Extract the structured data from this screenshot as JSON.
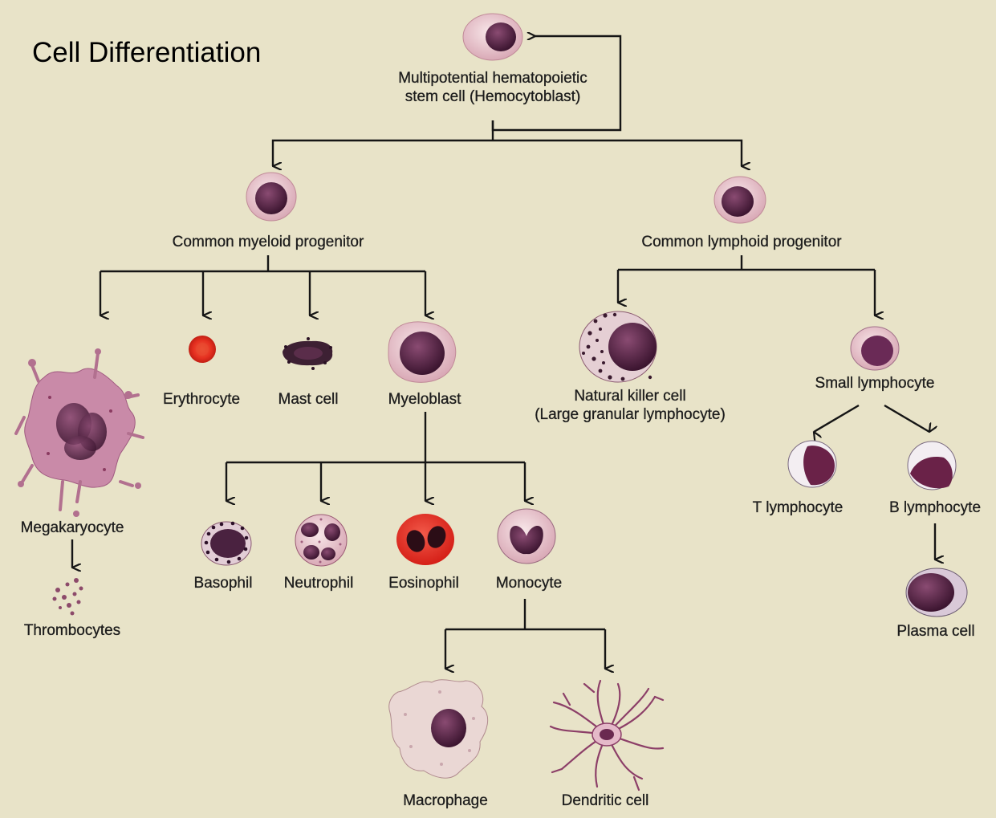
{
  "title": "Cell Differentiation",
  "cells": {
    "stem": [
      "Multipotential hematopoietic",
      "stem cell (Hemocytoblast)"
    ],
    "myeloid": "Common myeloid progenitor",
    "lymphoid": "Common lymphoid progenitor",
    "megakaryocyte": "Megakaryocyte",
    "thrombocytes": "Thrombocytes",
    "erythrocyte": "Erythrocyte",
    "mast": "Mast cell",
    "myeloblast": "Myeloblast",
    "basophil": "Basophil",
    "neutrophil": "Neutrophil",
    "eosinophil": "Eosinophil",
    "monocyte": "Monocyte",
    "macrophage": "Macrophage",
    "dendritic": "Dendritic cell",
    "nk": [
      "Natural killer cell",
      "(Large granular lymphocyte)"
    ],
    "small_lymph": "Small lymphocyte",
    "t_lymph": "T lymphocyte",
    "b_lymph": "B lymphocyte",
    "plasma": "Plasma cell"
  },
  "colors": {
    "background": "#e8e3c8",
    "line": "#151515",
    "nucleus": "#4e1d3c",
    "cytoplasm": "#e9c9cf",
    "erythrocyte": "#dd2c1c",
    "eosinophil_granules": "#e0261b"
  }
}
